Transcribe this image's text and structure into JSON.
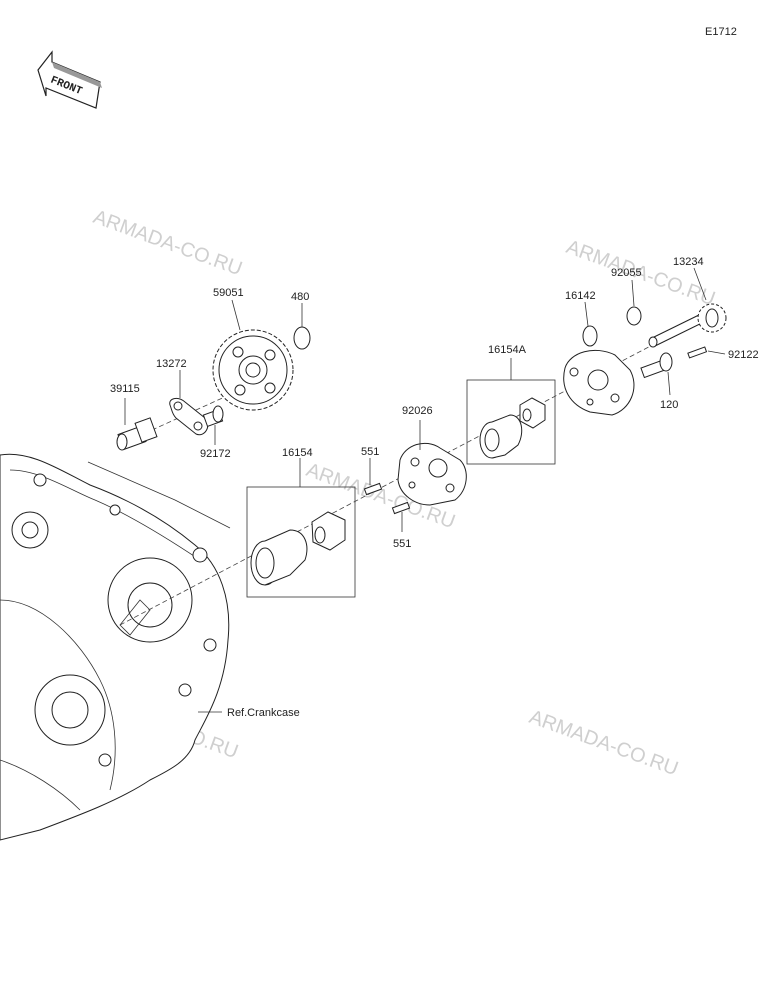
{
  "code": "E1712",
  "front_label": "FRONT",
  "watermark": "ARMADA-CO.RU",
  "parts": [
    {
      "id": "p39115",
      "number": "39115"
    },
    {
      "id": "p13272",
      "number": "13272"
    },
    {
      "id": "p59051",
      "number": "59051"
    },
    {
      "id": "p480",
      "number": "480"
    },
    {
      "id": "p92172",
      "number": "92172"
    },
    {
      "id": "p16154",
      "number": "16154"
    },
    {
      "id": "p551a",
      "number": "551"
    },
    {
      "id": "p551b",
      "number": "551"
    },
    {
      "id": "p92026",
      "number": "92026"
    },
    {
      "id": "p16154A",
      "number": "16154A"
    },
    {
      "id": "p16142",
      "number": "16142"
    },
    {
      "id": "p92055",
      "number": "92055"
    },
    {
      "id": "p13234",
      "number": "13234"
    },
    {
      "id": "p92122",
      "number": "92122"
    },
    {
      "id": "p120",
      "number": "120"
    }
  ],
  "ref_label": "Ref.Crankcase"
}
